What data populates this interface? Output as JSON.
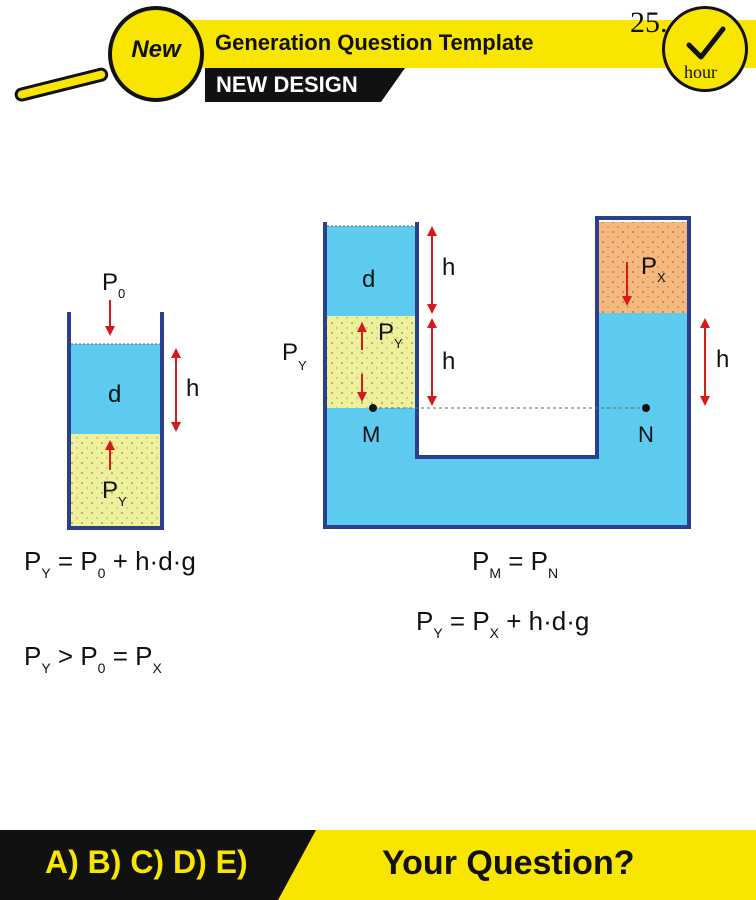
{
  "header": {
    "badge_label": "New",
    "title": "Generation Question Template",
    "subtitle": "NEW DESIGN",
    "clock_number": "25.",
    "clock_unit": "hour"
  },
  "left_tube": {
    "pressure_top": {
      "base": "P",
      "sub": "0"
    },
    "liquid_label": "d",
    "height_label": "h",
    "gas_label": {
      "base": "P",
      "sub": "Y"
    }
  },
  "u_tube": {
    "left_side_label": {
      "base": "P",
      "sub": "Y"
    },
    "liquid_label": "d",
    "height_label_1": "h",
    "height_label_2": "h",
    "height_label_right": "h",
    "gas_y_label": {
      "base": "P",
      "sub": "Y"
    },
    "gas_x_label": {
      "base": "P",
      "sub": "X"
    },
    "point_m": "M",
    "point_n": "N"
  },
  "equations": {
    "left_1": {
      "a": "P",
      "a_sub": "Y",
      "mid": " = P",
      "mid_sub": "0",
      "end": " + h·d·g"
    },
    "left_2": {
      "a": "P",
      "a_sub": "Y",
      "mid": " > P",
      "mid_sub": "0",
      "mid2": " = P",
      "mid2_sub": "X"
    },
    "right_1": {
      "a": "P",
      "a_sub": "M",
      "mid": " = P",
      "mid_sub": "N"
    },
    "right_2": {
      "a": "P",
      "a_sub": "Y",
      "mid": " = P",
      "mid_sub": "X",
      "end": " + h·d·g"
    }
  },
  "footer": {
    "options": "A) B) C) D) E)",
    "question": "Your Question?"
  },
  "colors": {
    "yellow": "#f8e500",
    "water": "#5ccbef",
    "gas_yellow": "#eef09a",
    "gas_orange": "#f6b87c",
    "tube": "#2b3f8f",
    "arrow": "#d7191c"
  }
}
